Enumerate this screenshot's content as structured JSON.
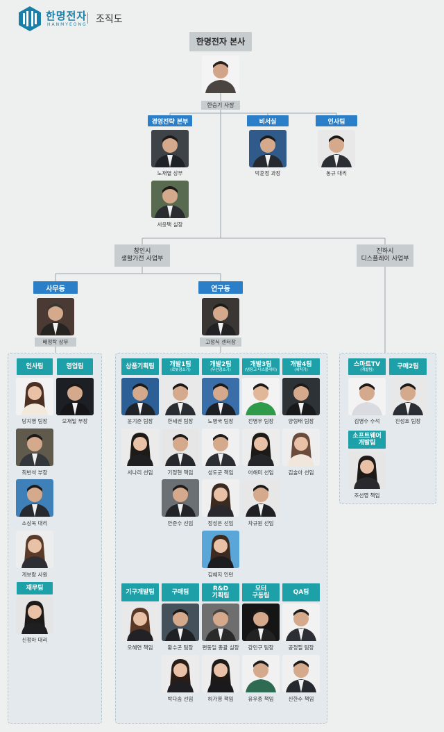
{
  "header": {
    "logo_ko": "한명전자",
    "logo_en": "HANMYEONG",
    "title": "조직도"
  },
  "hq": {
    "title": "한명전자 본사",
    "ceo_caption": "한승기 사장"
  },
  "top_depts": [
    {
      "title": "경영전략 본부",
      "people": [
        {
          "name": "노재열 상무"
        },
        {
          "name": "서윤택 실장"
        }
      ]
    },
    {
      "title": "비서실",
      "people": [
        {
          "name": "박훈정 과장"
        }
      ]
    },
    {
      "title": "인사팀",
      "people": [
        {
          "name": "동규 대리"
        }
      ]
    }
  ],
  "divisions": [
    {
      "title": "창인시 생활가전 사업부",
      "line1": "창인시",
      "line2": "생활가전 사업부"
    },
    {
      "title": "진하시 디스플레이 사업부",
      "line1": "진하시",
      "line2": "디스플레이 사업부"
    }
  ],
  "buildings": [
    {
      "title": "사무동",
      "head": "배정탁 상무"
    },
    {
      "title": "연구동",
      "head": "고정식 센터장"
    }
  ],
  "office_teams": {
    "insa": {
      "title": "인사팀",
      "people": [
        "당지영 팀장",
        "최반석 부장",
        "소상욱 대리",
        "게보람 사원"
      ]
    },
    "sales": {
      "title": "영업팀",
      "people": [
        "오재일 부장"
      ]
    },
    "finance": {
      "title": "재무팀",
      "people": [
        "신정아 대리"
      ]
    }
  },
  "research_teams": [
    {
      "title": "상품기획팀",
      "sub": "",
      "people": [
        "윤기준 팀장",
        "서나리 선임"
      ]
    },
    {
      "title": "개발1팀",
      "sub": "(로봇청소기)",
      "people": [
        "한세권 팀장",
        "기정현 책임",
        "안준수 선임"
      ]
    },
    {
      "title": "개발2팀",
      "sub": "(무선청소기)",
      "people": [
        "노병국 팀장",
        "성도군 책임",
        "정성은 선임",
        "김혜지 인턴"
      ]
    },
    {
      "title": "개발3팀",
      "sub": "(냉장고·디스플레이)",
      "people": [
        "전영우 팀장",
        "어해미 선임",
        "차규원 선임"
      ]
    },
    {
      "title": "개발4팀",
      "sub": "(세탁기)",
      "people": [
        "양형태 팀장",
        "김술아 선임"
      ]
    }
  ],
  "research_teams2": [
    {
      "title": "기구개발팀",
      "people": [
        "오혜연 책임"
      ]
    },
    {
      "title": "구매팀",
      "people": [
        "황수곤 팀장",
        "박다솜 선임"
      ]
    },
    {
      "title": "R&D 기획팀",
      "line1": "R&D",
      "line2": "기획팀",
      "people": [
        "편동일 총괄 실장",
        "허가영 책임"
      ]
    },
    {
      "title": "모터 구동팀",
      "line1": "모터",
      "line2": "구동팀",
      "people": [
        "강민구 팀장",
        "유우종 책임"
      ]
    },
    {
      "title": "QA팀",
      "people": [
        "공정필 팀장",
        "신한수 책임"
      ]
    }
  ],
  "display_teams": [
    {
      "title": "스마트TV",
      "sub": "(개발팀)",
      "people": [
        "김영수 수석"
      ]
    },
    {
      "title": "구매2팀",
      "people": [
        "진성호 팀장"
      ]
    },
    {
      "title": "소프트웨어 개발팀",
      "line1": "소프트웨어",
      "line2": "개발팀",
      "people": [
        "조선영 책임"
      ]
    }
  ],
  "colors": {
    "teal": "#1ea0a8",
    "blue": "#2b7fc8",
    "grey_box": "#c7cdcf",
    "background": "#eef0f0"
  }
}
